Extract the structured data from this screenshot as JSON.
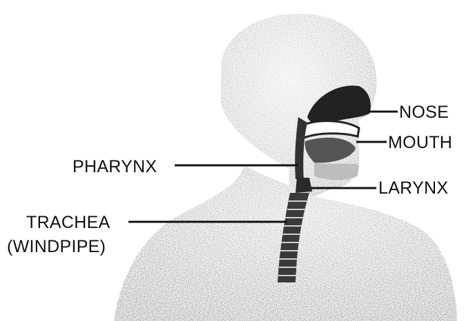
{
  "diagram": {
    "labels": {
      "nose": "NOSE",
      "mouth": "MOUTH",
      "pharynx": "PHARYNX",
      "larynx": "LARYNX",
      "trachea": "TRACHEA",
      "windpipe": "(WINDPIPE)"
    }
  }
}
